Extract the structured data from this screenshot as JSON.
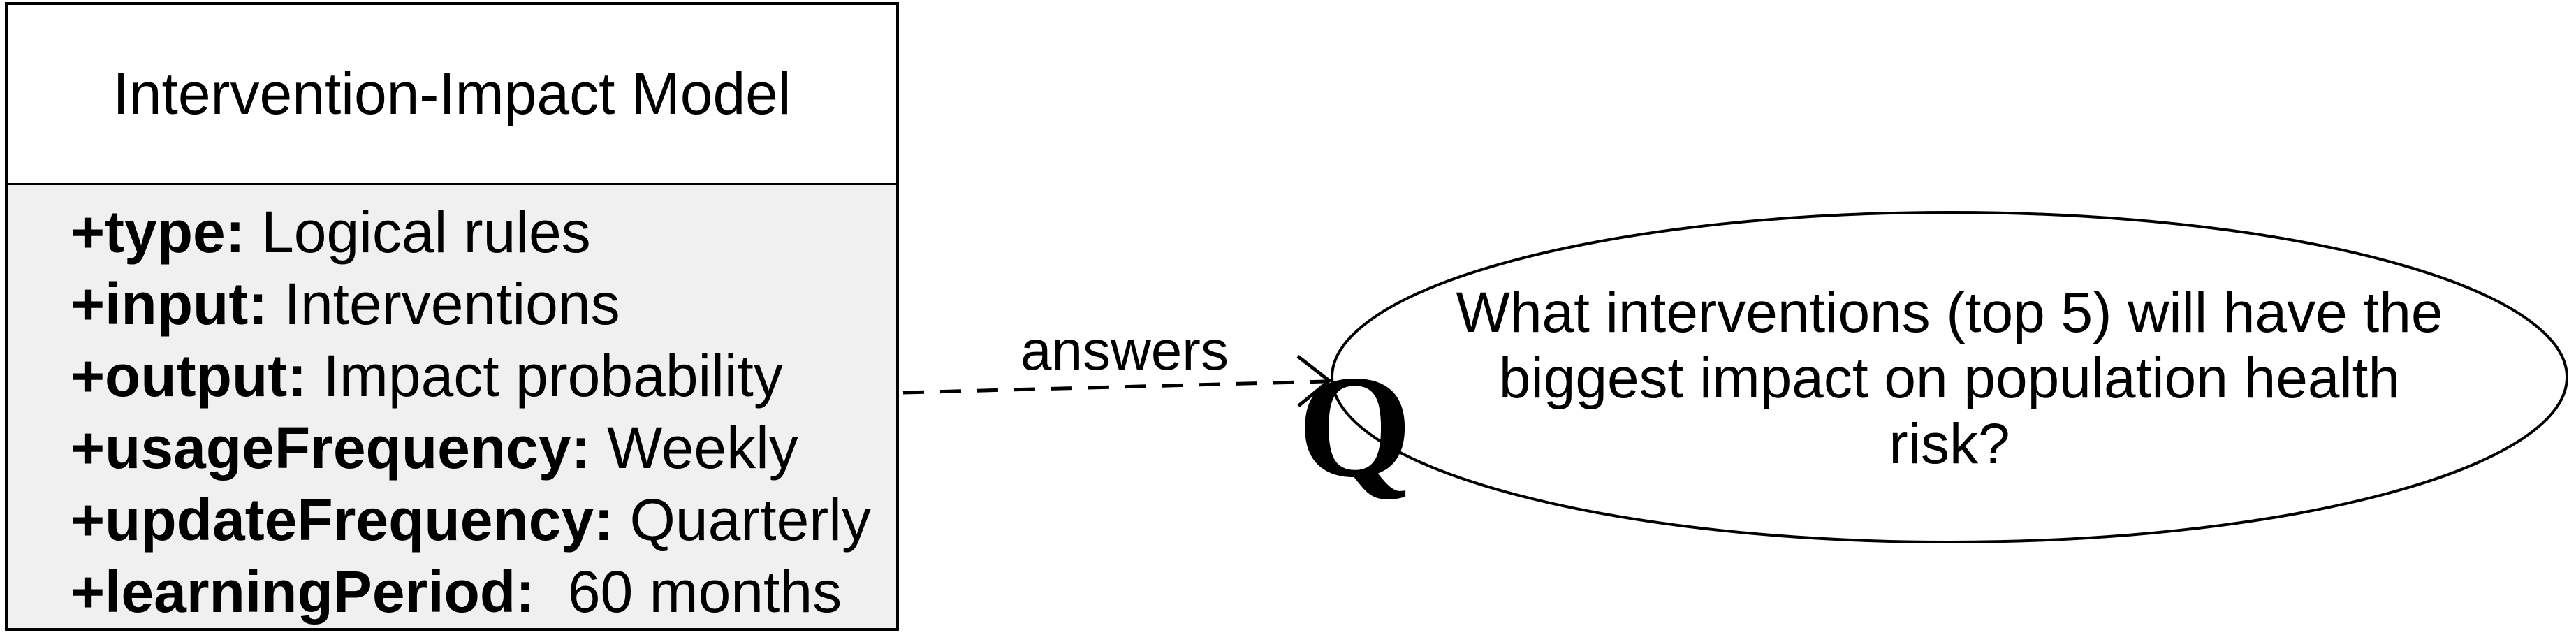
{
  "diagram": {
    "class_box": {
      "title": "Intervention-Impact Model",
      "attributes": [
        {
          "name": "+type:",
          "value": " Logical rules"
        },
        {
          "name": "+input:",
          "value": " Interventions"
        },
        {
          "name": "+output:",
          "value": " Impact probability"
        },
        {
          "name": "+usageFrequency:",
          "value": " Weekly"
        },
        {
          "name": "+updateFrequency:",
          "value": " Quarterly"
        },
        {
          "name": "+learningPeriod:",
          "value": "  60 months"
        }
      ],
      "title_background": "#ffffff",
      "attributes_background": "#f0f0f0"
    },
    "connector": {
      "label": "answers",
      "line_style": "dashed",
      "arrowhead": "open"
    },
    "question_node": {
      "marker": "Q",
      "lines": [
        "What interventions (top 5) will have the",
        "biggest impact on population health",
        "risk?"
      ]
    },
    "colors": {
      "stroke": "#000000",
      "text": "#000000",
      "background": "#ffffff"
    }
  }
}
